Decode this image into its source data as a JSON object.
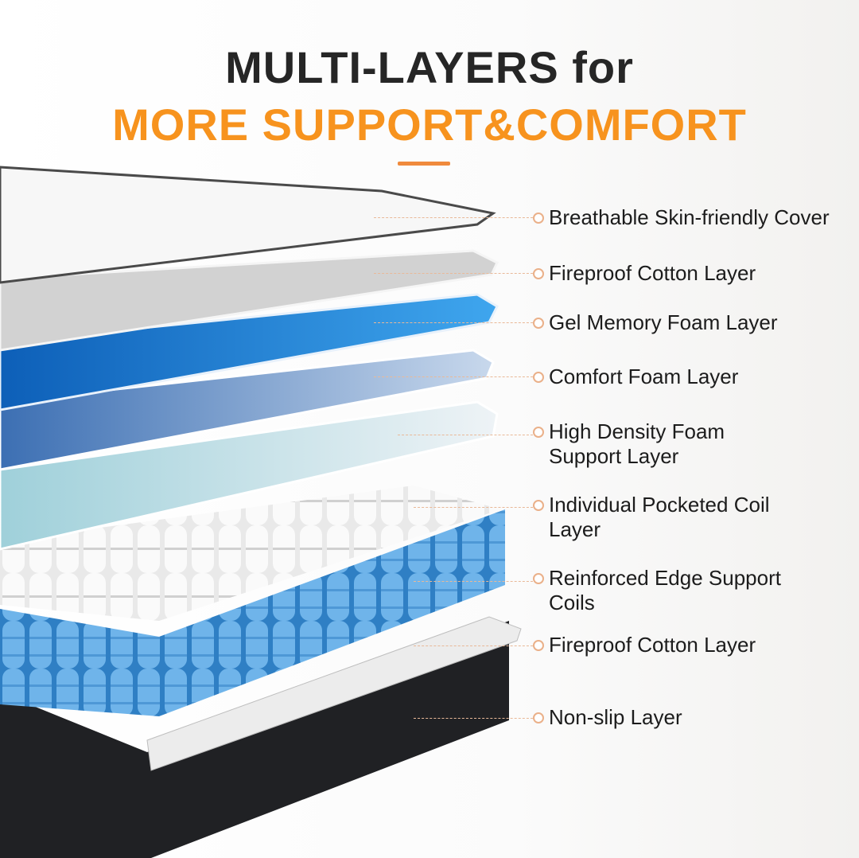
{
  "header": {
    "title_line1": "MULTI-LAYERS for",
    "title_line2": "MORE SUPPORT&COMFORT",
    "accent_color": "#f7931e"
  },
  "layers": [
    {
      "label": "Breathable Skin-friendly Cover"
    },
    {
      "label": "Fireproof Cotton Layer"
    },
    {
      "label": "Gel Memory Foam Layer"
    },
    {
      "label": "Comfort Foam Layer"
    },
    {
      "label": "High Density Foam\nSupport Layer"
    },
    {
      "label": "Individual Pocketed Coil\nLayer"
    },
    {
      "label": "Reinforced Edge Support\nCoils"
    },
    {
      "label": "Fireproof Cotton Layer"
    },
    {
      "label": "Non-slip Layer"
    }
  ]
}
